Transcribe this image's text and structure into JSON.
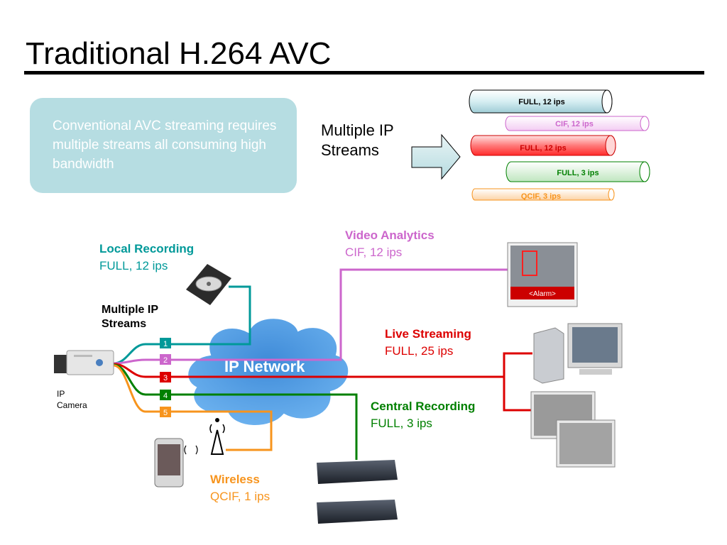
{
  "title": "Traditional H.264 AVC",
  "callout": "Conventional AVC streaming requires multiple streams all consuming high bandwidth",
  "multi_streams_top": "Multiple IP Streams",
  "pipes": [
    {
      "label": "FULL, 12 ips",
      "color": "#000000"
    },
    {
      "label": "CIF, 12 ips",
      "color": "#cc66cc"
    },
    {
      "label": "FULL, 12 ips",
      "color": "#dd0000"
    },
    {
      "label": "FULL, 3 ips",
      "color": "#008000"
    },
    {
      "label": "QCIF, 3 ips",
      "color": "#f7941d"
    }
  ],
  "local_recording": {
    "title": "Local Recording",
    "detail": "FULL, 12 ips",
    "color": "#009999"
  },
  "multi_streams_camera": "Multiple IP Streams",
  "camera_label": "IP Camera",
  "network_label": "IP Network",
  "video_analytics": {
    "title": "Video Analytics",
    "detail": "CIF, 12 ips",
    "color": "#cc66cc",
    "alarm": "<Alarm>"
  },
  "live_streaming": {
    "title": "Live Streaming",
    "detail": "FULL, 25 ips",
    "color": "#dd0000"
  },
  "central_recording": {
    "title": "Central Recording",
    "detail": "FULL, 3 ips",
    "color": "#008000"
  },
  "wireless": {
    "title": "Wireless",
    "detail": "QCIF, 1 ips",
    "color": "#f7941d"
  },
  "stream_numbers": [
    "1",
    "2",
    "3",
    "4",
    "5"
  ]
}
